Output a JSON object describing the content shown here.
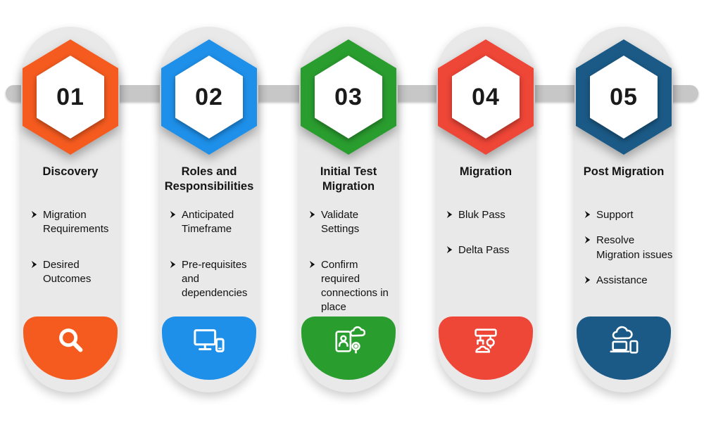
{
  "timeline": {
    "bar_color": "#c7c7c7"
  },
  "steps": [
    {
      "number": "01",
      "title": "Discovery",
      "color": "#f55b1f",
      "icon": "search-icon",
      "bullets": [
        "Migration Requirements",
        "Desired Outcomes"
      ]
    },
    {
      "number": "02",
      "title": "Roles and Responsibilities",
      "color": "#1e90ea",
      "icon": "devices-icon",
      "bullets": [
        "Anticipated Timeframe",
        "Pre-requisites and dependencies"
      ]
    },
    {
      "number": "03",
      "title": "Initial Test Migration",
      "color": "#2a9d2f",
      "icon": "id-card-cloud-icon",
      "bullets": [
        "Validate Settings",
        "Confirm required connections in place"
      ]
    },
    {
      "number": "04",
      "title": "Migration",
      "color": "#ee4637",
      "icon": "robot-machine-icon",
      "bullets": [
        "Bluk Pass",
        "Delta Pass"
      ]
    },
    {
      "number": "05",
      "title": "Post Migration",
      "color": "#1b5a87",
      "icon": "cloud-devices-icon",
      "bullets": [
        "Support",
        "Resolve Migration issues",
        "Assistance"
      ]
    }
  ]
}
